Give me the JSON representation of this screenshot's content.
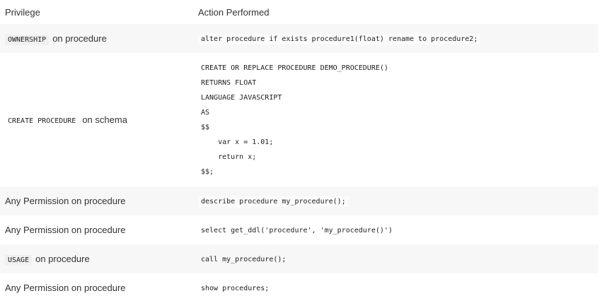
{
  "headers": {
    "privilege": "Privilege",
    "action": "Action Performed"
  },
  "rows": [
    {
      "priv_code": "OWNERSHIP",
      "priv_text": "on procedure",
      "action": "alter procedure if exists procedure1(float) rename to procedure2;"
    },
    {
      "priv_code": "CREATE PROCEDURE",
      "priv_text": "on schema",
      "action_lines": [
        "CREATE OR REPLACE PROCEDURE DEMO_PROCEDURE()",
        "RETURNS FLOAT",
        "LANGUAGE JAVASCRIPT",
        "AS",
        "$$",
        "    var x = 1.01;",
        "    return x;",
        "$$;"
      ]
    },
    {
      "priv_text": "Any Permission on procedure",
      "action": "describe procedure my_procedure();"
    },
    {
      "priv_text": "Any Permission on procedure",
      "action": "select get_ddl('procedure', 'my_procedure()')"
    },
    {
      "priv_code": "USAGE",
      "priv_text": "on procedure",
      "action": "call my_procedure();"
    },
    {
      "priv_text": "Any Permission on procedure",
      "action": "show procedures;"
    }
  ]
}
